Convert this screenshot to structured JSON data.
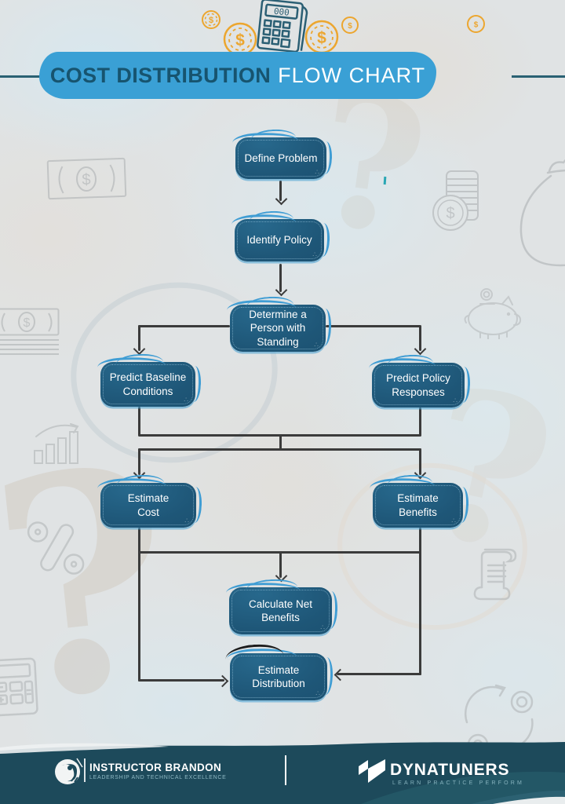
{
  "title": {
    "primary": "COST DISTRIBUTION",
    "secondary": "FLOW CHART"
  },
  "flowchart": {
    "nodes": {
      "define_problem": "Define Problem",
      "identify_policy": "Identify Policy",
      "determine_person": "Determine a\nPerson with\nStanding",
      "predict_baseline": "Predict Baseline\nConditions",
      "predict_policy": "Predict Policy\nResponses",
      "estimate_cost": "Estimate\nCost",
      "estimate_benefits": "Estimate\nBenefits",
      "calculate_net_benefits": "Calculate Net\nBenefits",
      "estimate_distribution": "Estimate\nDistribution"
    }
  },
  "decorations": {
    "calculator_display": "000",
    "dollar_sign": "$",
    "question_mark": "?"
  },
  "footer": {
    "left": {
      "name": "INSTRUCTOR BRANDON",
      "tagline": "LEADERSHIP AND TECHNICAL EXCELLENCE"
    },
    "right": {
      "name": "DYNATUNERS",
      "tagline": "LEARN PRACTICE PERFORM"
    }
  },
  "colors": {
    "banner_blue": "#3aa0d5",
    "title_dark": "#17546f",
    "node_fill": "#1e5677",
    "sketch_blue": "#3f9dd4",
    "arrow_gray": "#3b3b3b",
    "footer_teal": "#1d4a5b",
    "coin_yellow": "#eca62f",
    "doodle_gray": "#aeb2b4",
    "background": "#e0e3e4"
  }
}
